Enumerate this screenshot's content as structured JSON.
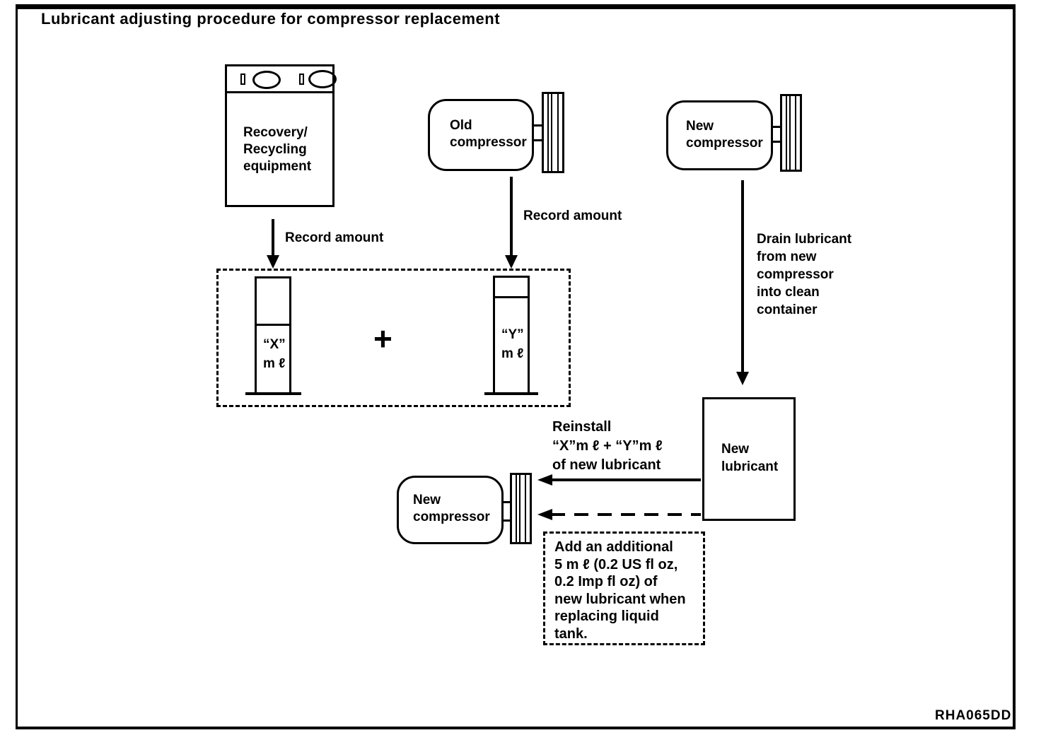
{
  "colors": {
    "ink": "#000000",
    "paper": "#ffffff"
  },
  "title": "Lubricant adjusting procedure for compressor replacement",
  "ref_code": "RHA065DD",
  "nodes": {
    "recovery_equipment": {
      "label": "Recovery/\nRecycling\nequipment"
    },
    "old_compressor": {
      "label": "Old\ncompressor"
    },
    "new_compressor_top": {
      "label": "New\ncompressor"
    },
    "new_compressor_bottom": {
      "label": "New\ncompressor"
    },
    "new_lubricant": {
      "label": "New\nlubricant"
    },
    "cylinder_x": {
      "label": "“X”\nm ℓ"
    },
    "cylinder_y": {
      "label": "“Y”\nm ℓ"
    },
    "plus_sign": "+"
  },
  "annotations": {
    "record_amount": "Record amount",
    "drain_lubricant": "Drain lubricant\nfrom new\ncompressor\ninto clean\ncontainer",
    "reinstall": "Reinstall\n“X”m ℓ  +  “Y”m ℓ\nof new lubricant",
    "add_note": "Add an additional\n5 m ℓ  (0.2 US fl oz,\n0.2 Imp fl oz) of\nnew lubricant when\nreplacing liquid\ntank."
  }
}
